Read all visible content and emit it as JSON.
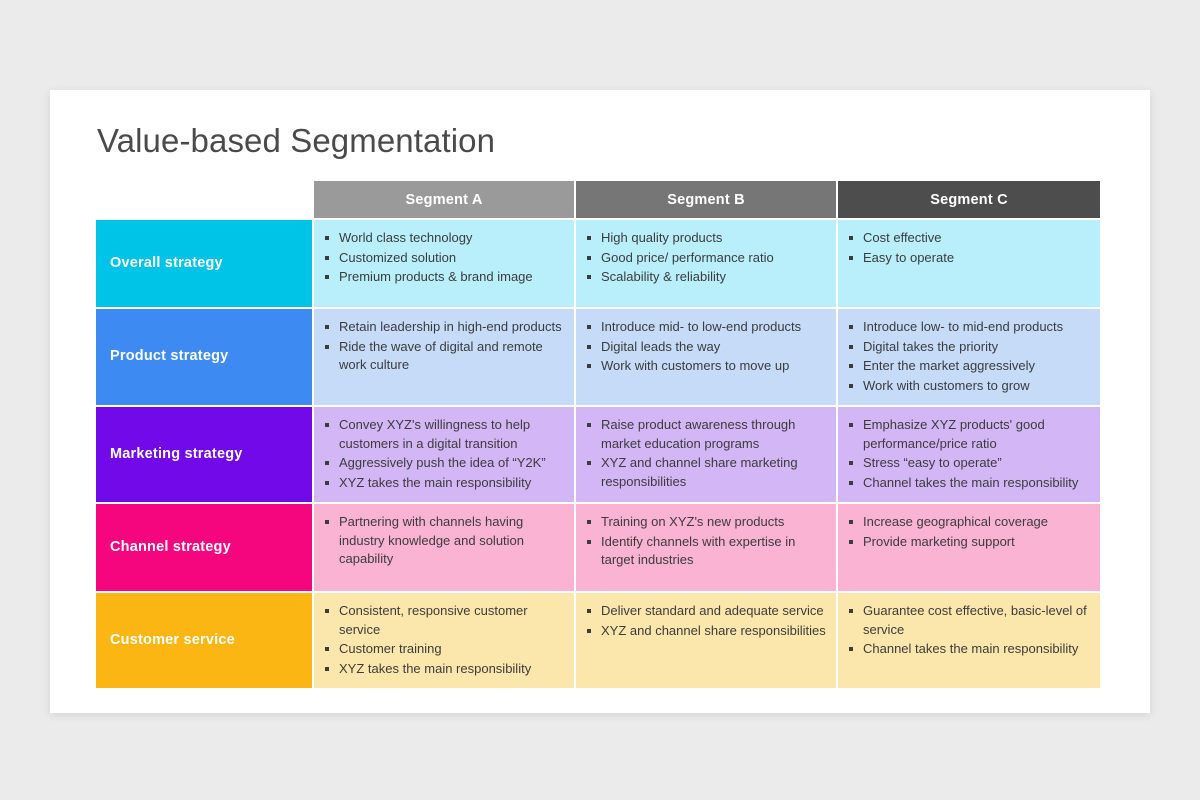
{
  "slide": {
    "title": "Value-based Segmentation",
    "background_color": "#ebebeb",
    "canvas_color": "#ffffff"
  },
  "table": {
    "corner_label": "",
    "columns": [
      {
        "label": "Segment A",
        "header_color": "#9a9a9a"
      },
      {
        "label": "Segment B",
        "header_color": "#767676"
      },
      {
        "label": "Segment C",
        "header_color": "#4d4d4d"
      }
    ],
    "rows": [
      {
        "label": "Overall strategy",
        "label_color": "#00c3e8",
        "cell_color": "#b9eefb",
        "cells": [
          [
            "World class technology",
            "Customized solution",
            "Premium products & brand image"
          ],
          [
            "High quality products",
            "Good price/ performance ratio",
            "Scalability & reliability"
          ],
          [
            "Cost effective",
            "Easy to operate"
          ]
        ]
      },
      {
        "label": "Product strategy",
        "label_color": "#3d8bf2",
        "cell_color": "#c5dbf8",
        "cells": [
          [
            "Retain leadership in high-end products",
            "Ride the wave of digital and remote work culture"
          ],
          [
            "Introduce mid- to low-end products",
            "Digital leads the way",
            "Work with customers to move up"
          ],
          [
            "Introduce low- to mid-end products",
            "Digital takes the priority",
            "Enter the market aggressively",
            "Work with customers to grow"
          ]
        ]
      },
      {
        "label": "Marketing strategy",
        "label_color": "#7209e8",
        "cell_color": "#d3b6f5",
        "cells": [
          [
            "Convey XYZ's willingness to help customers in a digital transition",
            "Aggressively push the idea of “Y2K”",
            "XYZ takes the main responsibility"
          ],
          [
            "Raise product awareness through market education programs",
            "XYZ and channel share marketing responsibilities"
          ],
          [
            "Emphasize XYZ products' good performance/price ratio",
            "Stress “easy to operate”",
            "Channel takes the main responsibility"
          ]
        ]
      },
      {
        "label": "Channel strategy",
        "label_color": "#f5067e",
        "cell_color": "#fab3d3",
        "cells": [
          [
            "Partnering with channels having industry knowledge and solution capability"
          ],
          [
            "Training on XYZ's new products",
            "Identify channels with expertise in target industries"
          ],
          [
            "Increase geographical coverage",
            "Provide marketing support"
          ]
        ]
      },
      {
        "label": "Customer service",
        "label_color": "#fcb614",
        "cell_color": "#fbe7ab",
        "cells": [
          [
            "Consistent, responsive customer service",
            "Customer training",
            "XYZ takes the main responsibility"
          ],
          [
            "Deliver standard and adequate service",
            "XYZ and channel share responsibilities"
          ],
          [
            "Guarantee cost effective, basic-level of service",
            "Channel takes the main responsibility"
          ]
        ]
      }
    ]
  }
}
